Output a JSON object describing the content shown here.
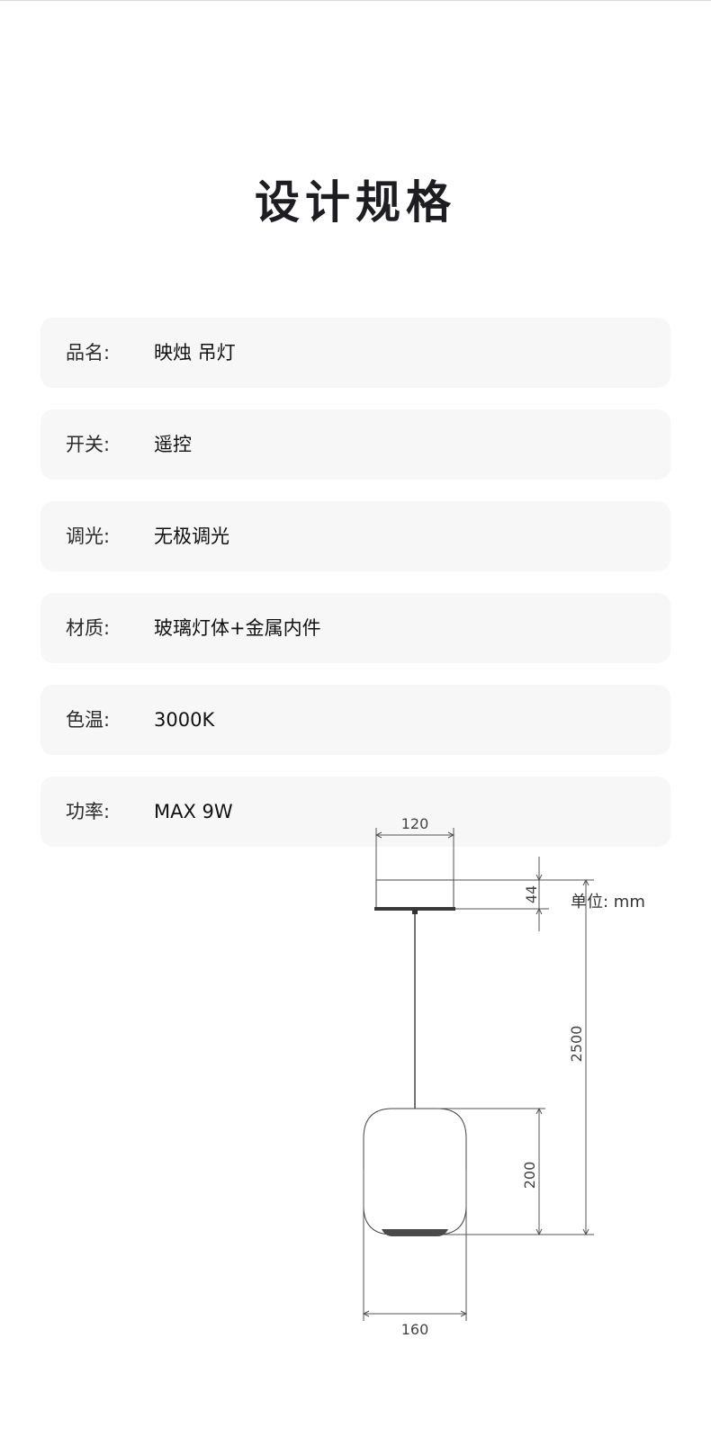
{
  "title": "设计规格",
  "specs": [
    {
      "label": "品名:",
      "value": "映烛 吊灯"
    },
    {
      "label": "开关:",
      "value": "遥控"
    },
    {
      "label": "调光:",
      "value": "无极调光"
    },
    {
      "label": "材质:",
      "value": "玻璃灯体+金属内件"
    },
    {
      "label": "色温:",
      "value": "3000K"
    },
    {
      "label": "功率:",
      "value": "MAX 9W"
    }
  ],
  "drawing": {
    "unit": "单位: mm",
    "canopy_width": "120",
    "canopy_height": "44",
    "total_drop": "2500",
    "shade_height": "200",
    "shade_width": "160"
  }
}
